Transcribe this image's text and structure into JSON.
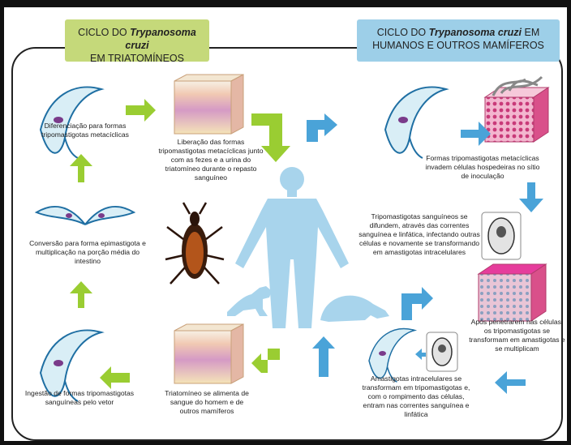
{
  "titles": {
    "left_line1_prefix": "CICLO DO ",
    "left_line1_species": "Trypanosoma cruzi",
    "left_line2": "EM TRIATOMÍNEOS",
    "right_line1_prefix": "CICLO DO ",
    "right_line1_species": "Trypanosoma cruzi",
    "right_line1_suffix": " EM",
    "right_line2": "HUMANOS E OUTROS MAMÍFEROS"
  },
  "captions": {
    "diferenciacao": "Diferenciação para formas tripomastigotas metacíclicas",
    "liberacao": "Liberação das formas tripomastigotas metacíclicas junto com as fezes e a urina do triatomíneo durante o repasto sanguíneo",
    "conversao": "Conversão para forma epimastigota e multiplicação na porção média do intestino",
    "ingestao": "Ingestão de formas tripomastigotas sanguíneas pelo vetor",
    "alimenta": "Triatomíneo se alimenta de sangue do homem e de outros mamíferos",
    "invadem": "Formas tripomastigotas metacíclicas invadem células hospedeiras no sítio de inoculação",
    "difundem": "Tripomastigotas sanguíneos se difundem, através das correntes sanguínea e linfática, infectando outras células e novamente se transformando em amastigotas intracelulares",
    "penetrarem": "Após penetrarem nas células, os tripomastigotas se transformam em amastigotas e se multiplicam",
    "amastigotas": "Amastigotas intracelulares se transformam em tripomastigotas e, com o rompimento das células, entram nas correntes sanguínea e linfática"
  },
  "colors": {
    "green_arrow": "#9acd32",
    "blue_arrow": "#4aa3d8",
    "human_silhouette": "#a8d4ec",
    "title_left_bg": "#c5d97a",
    "title_right_bg": "#9dcfe8"
  },
  "icons": [
    "trypanosome-icon",
    "skin-tissue-icon",
    "triatomine-bug-icon",
    "human-silhouette-icon",
    "dog-silhouette-icon",
    "armadillo-silhouette-icon",
    "host-cell-icon",
    "amastigote-icon"
  ]
}
